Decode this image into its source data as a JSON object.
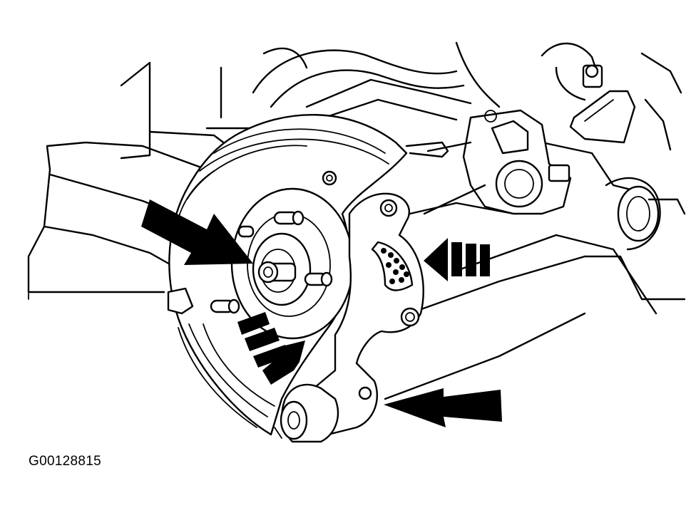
{
  "figure": {
    "id_label": "G00128815",
    "colors": {
      "line": "#000000",
      "background": "#ffffff"
    },
    "callout_arrows": [
      "arrow-upper-left-hub",
      "arrow-right-dashed-tone-ring",
      "arrow-lower-left-dashed",
      "arrow-lower-right-knuckle"
    ]
  }
}
